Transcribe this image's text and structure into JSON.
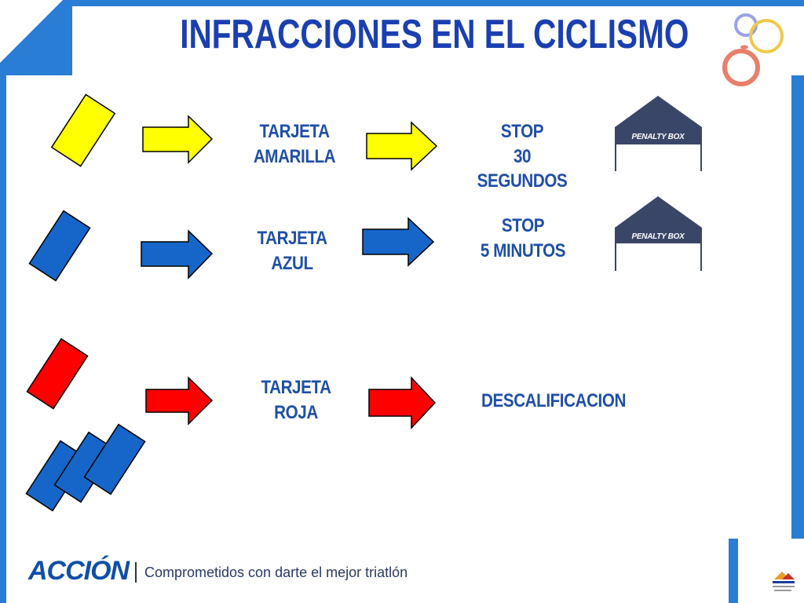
{
  "slide": {
    "title": "INFRACCIONES EN EL CICLISMO",
    "colors": {
      "background_blue": "#2a7dd4",
      "card": "#ffffff",
      "title_text": "#1a3fb0",
      "yellow": "#ffff00",
      "blue": "#1566c8",
      "red": "#ff0000",
      "tent": "#3a4668"
    },
    "rows": [
      {
        "card_color": "yellow",
        "card_label_line1": "TARJETA",
        "card_label_line2": "AMARILLA",
        "result_line1": "STOP",
        "result_line2": "30",
        "result_line3": "SEGUNDOS",
        "penalty_box_label": "PENALTY BOX"
      },
      {
        "card_color": "blue",
        "card_label_line1": "TARJETA",
        "card_label_line2": "AZUL",
        "result_line1": "STOP",
        "result_line2": "5 MINUTOS",
        "penalty_box_label": "PENALTY BOX"
      },
      {
        "card_color": "red",
        "card_label_line1": "TARJETA",
        "card_label_line2": "ROJA",
        "result_line1": "DESCALIFICACION"
      }
    ],
    "icons": [
      "olympic-rings-logo-icon",
      "penalty-box-tent-icon",
      "arrow-right-icon",
      "card-icon",
      "triathlon-federation-logo-icon"
    ]
  },
  "footer": {
    "brand": "ACCIÓN",
    "tagline": "Comprometidos con darte el mejor triatlón"
  }
}
